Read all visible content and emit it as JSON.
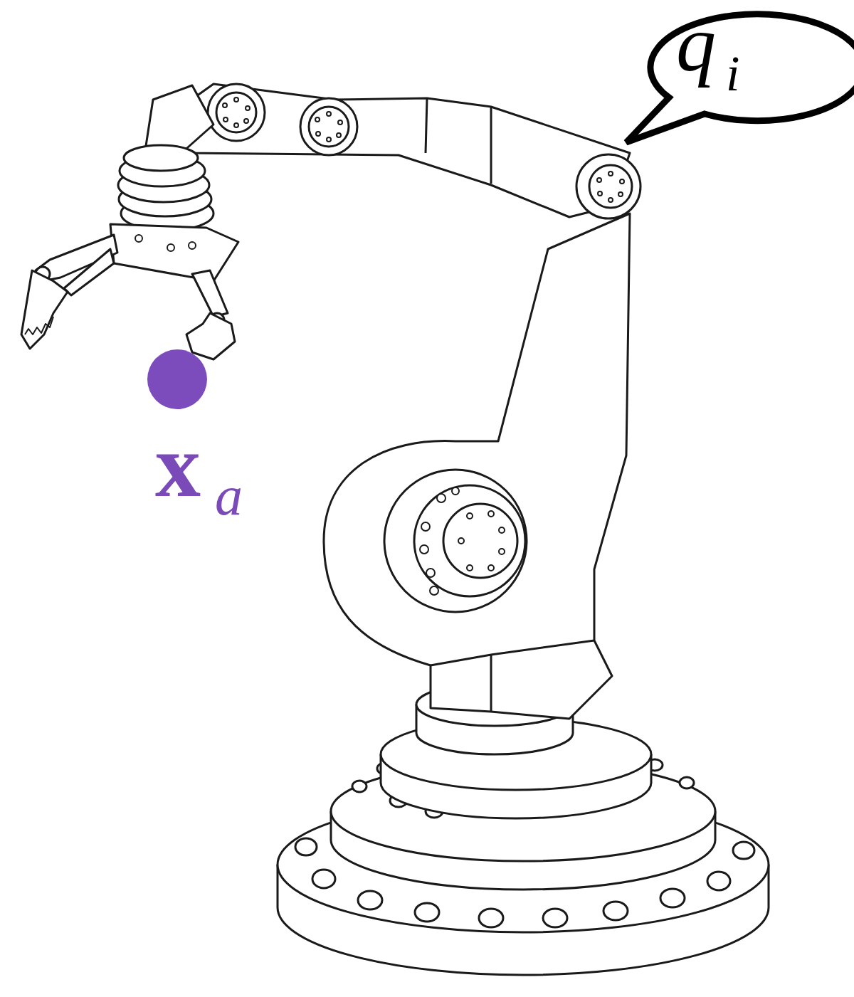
{
  "diagram": {
    "nodes": [
      {
        "text": [
          "q",
          "i"
        ]
      }
    ],
    "labels": [
      "x",
      "a"
    ]
  }
}
